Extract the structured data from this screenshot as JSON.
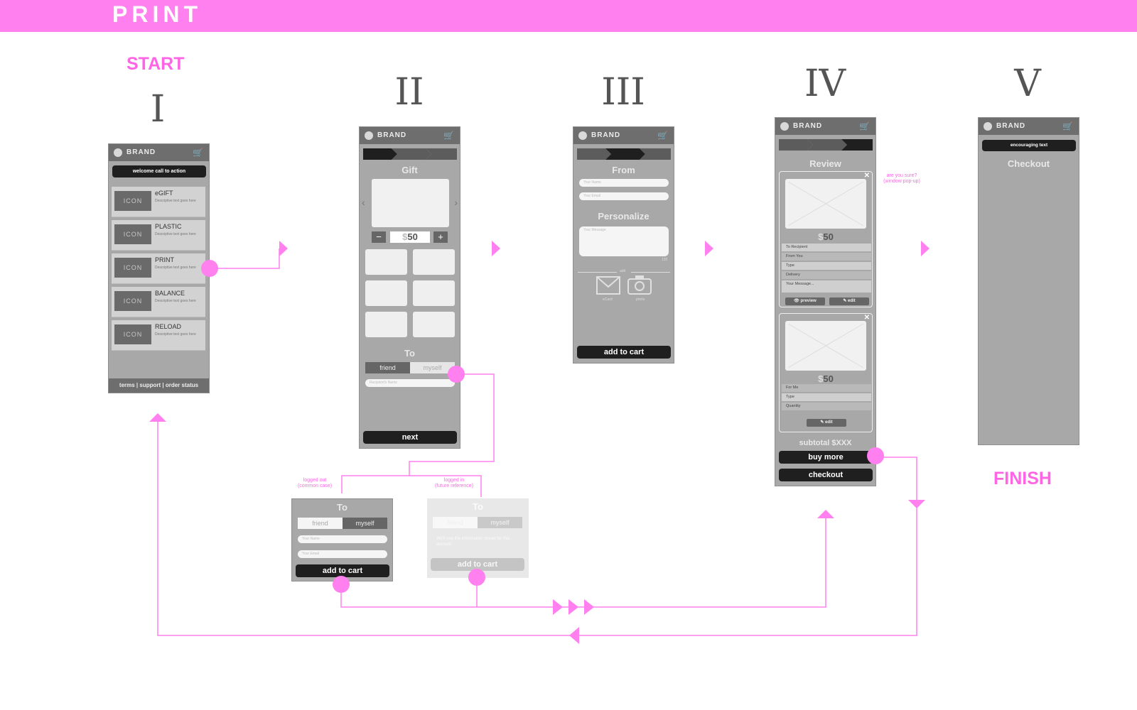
{
  "header": {
    "title": "PRINT"
  },
  "labels": {
    "start": "START",
    "finish": "FINISH"
  },
  "numerals": [
    "I",
    "II",
    "III",
    "IV",
    "V"
  ],
  "brand": "BRAND",
  "screen1": {
    "cta": "welcome call to action",
    "items": [
      {
        "icon": "ICON",
        "title": "eGIFT",
        "desc": "Descriptive text goes here"
      },
      {
        "icon": "ICON",
        "title": "PLASTIC",
        "desc": "Descriptive text goes here"
      },
      {
        "icon": "ICON",
        "title": "PRINT",
        "desc": "Descriptive text goes here"
      },
      {
        "icon": "ICON",
        "title": "BALANCE",
        "desc": "Descriptive text goes here"
      },
      {
        "icon": "ICON",
        "title": "RELOAD",
        "desc": "Descriptive text goes here"
      }
    ],
    "footer": "terms | support | order status"
  },
  "screen2": {
    "title": "Gift",
    "amount": "50",
    "currency": "$",
    "to_label": "To",
    "friend": "friend",
    "myself": "myself",
    "recipient_placeholder": "Recipient's Name",
    "next": "next"
  },
  "screen3": {
    "from_label": "From",
    "name_placeholder": "Your Name",
    "email_placeholder": "Your Email",
    "personalize": "Personalize",
    "message_placeholder": "Your Message",
    "count": "120",
    "add": "add",
    "ecard": "eCard",
    "photo": "photo",
    "add_to_cart": "add to cart"
  },
  "screen4": {
    "review": "Review",
    "card1_amount": "50",
    "card1_rows": [
      "To Recipient",
      "From You",
      "Type",
      "Delivery",
      "Your Message..."
    ],
    "preview": "preview",
    "edit": "edit",
    "card2_amount": "50",
    "card2_rows": [
      "For Me",
      "Type",
      "Quantity"
    ],
    "subtotal": "subtotal $XXX",
    "buy_more": "buy more",
    "checkout": "checkout",
    "popup_note": "are you sure?\n(window pop-up)"
  },
  "screen5": {
    "encouraging": "encouraging text",
    "checkout": "Checkout"
  },
  "sub_a": {
    "note": "logged out\n(common case)",
    "to": "To",
    "friend": "friend",
    "myself": "myself",
    "name_placeholder": "Your Name",
    "email_placeholder": "Your Email",
    "add_to_cart": "add to cart"
  },
  "sub_b": {
    "note": "logged in\n(future reference)",
    "to": "To",
    "friend": "friend",
    "myself": "myself",
    "info": "We'll use the information stored for this account",
    "add_to_cart": "add to cart"
  },
  "colors": {
    "accent": "#ff80ee",
    "phone": "#a8a8a8",
    "bar": "#6e6e6e",
    "button": "#1f1f1f"
  }
}
